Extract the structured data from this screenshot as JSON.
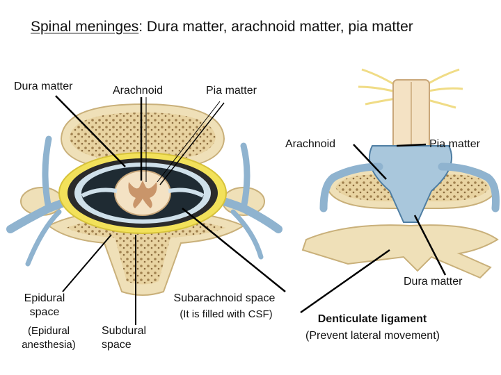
{
  "title": {
    "term": "Spinal meninges",
    "rest": ": Dura matter, arachnoid matter, pia matter"
  },
  "labels": {
    "dura_left": "Dura matter",
    "arachnoid_top": "Arachnoid",
    "pia_top": "Pia matter",
    "arachnoid_right": "Arachnoid",
    "pia_right": "Pia matter",
    "dura_right": "Dura matter",
    "epidural_line1": "Epidural",
    "epidural_line2": "space",
    "epidural_note_line1": "(Epidural",
    "epidural_note_line2": "anesthesia)",
    "subdural_line1": "Subdural",
    "subdural_line2": "space",
    "subarachnoid": "Subarachnoid space",
    "subarachnoid_note": "(It is filled with CSF)",
    "denticulate": "Denticulate ligament",
    "denticulate_note": "(Prevent lateral movement)"
  },
  "colors": {
    "bone": "#efe0b8",
    "bone_dark": "#c9b07a",
    "nerve_blue": "#8fb3cf",
    "nerve_blue_dark": "#4f7ea3",
    "fat_yellow": "#f2e15a",
    "cord": "#f4e2c4",
    "leader": "#000000"
  }
}
